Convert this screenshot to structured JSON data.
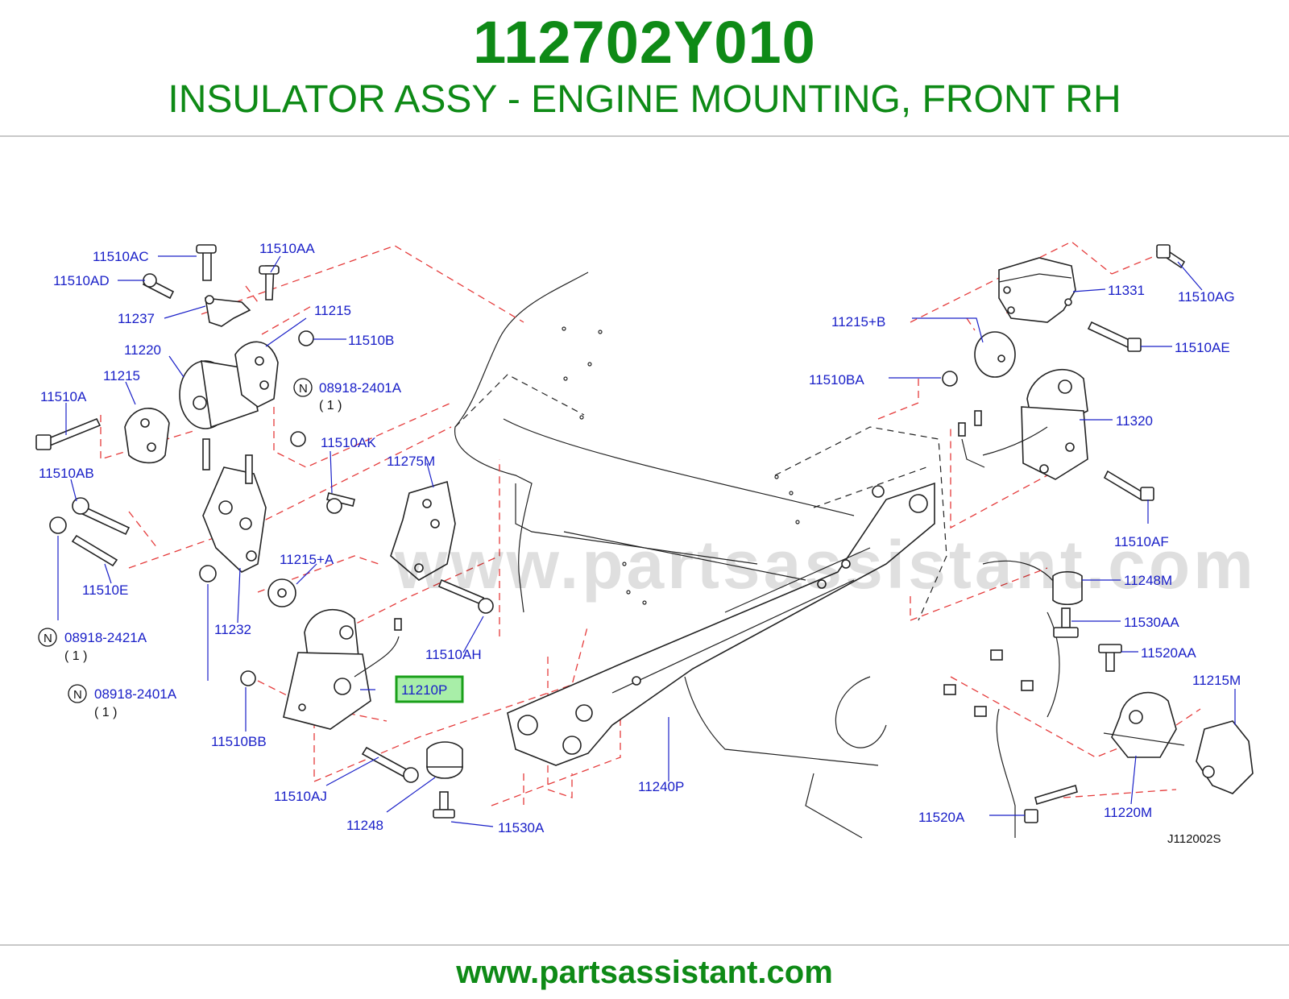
{
  "header": {
    "part_number": "112702Y010",
    "part_title": "INSULATOR ASSY - ENGINE MOUNTING, FRONT RH"
  },
  "footer": {
    "url": "www.partsassistant.com"
  },
  "watermark": {
    "text": "www.partsassistant.com"
  },
  "diagram_code": "J112002S",
  "highlight_color": "#a8eea8",
  "callouts": {
    "c11510AC": "11510AC",
    "c11510AA": "11510AA",
    "c11510AD": "11510AD",
    "c11237": "11237",
    "c11215a": "11215",
    "c11215b": "11215",
    "c11510B": "11510B",
    "c11220": "11220",
    "c08918_2401A_top": "08918-2401A",
    "c11510A": "11510A",
    "c11510AK": "11510AK",
    "c11275M": "11275M",
    "c11510AB": "11510AB",
    "c11215A": "11215+A",
    "c11510E": "11510E",
    "c11232": "11232",
    "c08918_2421A": "08918-2421A",
    "c08918_2401A_bot": "08918-2401A",
    "c11510BB": "11510BB",
    "c11210P": "11210P",
    "c11510AH": "11510AH",
    "c11510AJ": "11510AJ",
    "c11248": "11248",
    "c11530A": "11530A",
    "c11240P": "11240P",
    "c11331": "11331",
    "c11510AG": "11510AG",
    "c11215B": "11215+B",
    "c11510AE": "11510AE",
    "c11510BA": "11510BA",
    "c11320": "11320",
    "c11510AF": "11510AF",
    "c11248M": "11248M",
    "c11530AA": "11530AA",
    "c11520AA": "11520AA",
    "c11215M": "11215M",
    "c11220M": "11220M",
    "c11520A": "11520A"
  },
  "notes": {
    "n_symbol": "N",
    "qty_1": "( 1 )"
  }
}
